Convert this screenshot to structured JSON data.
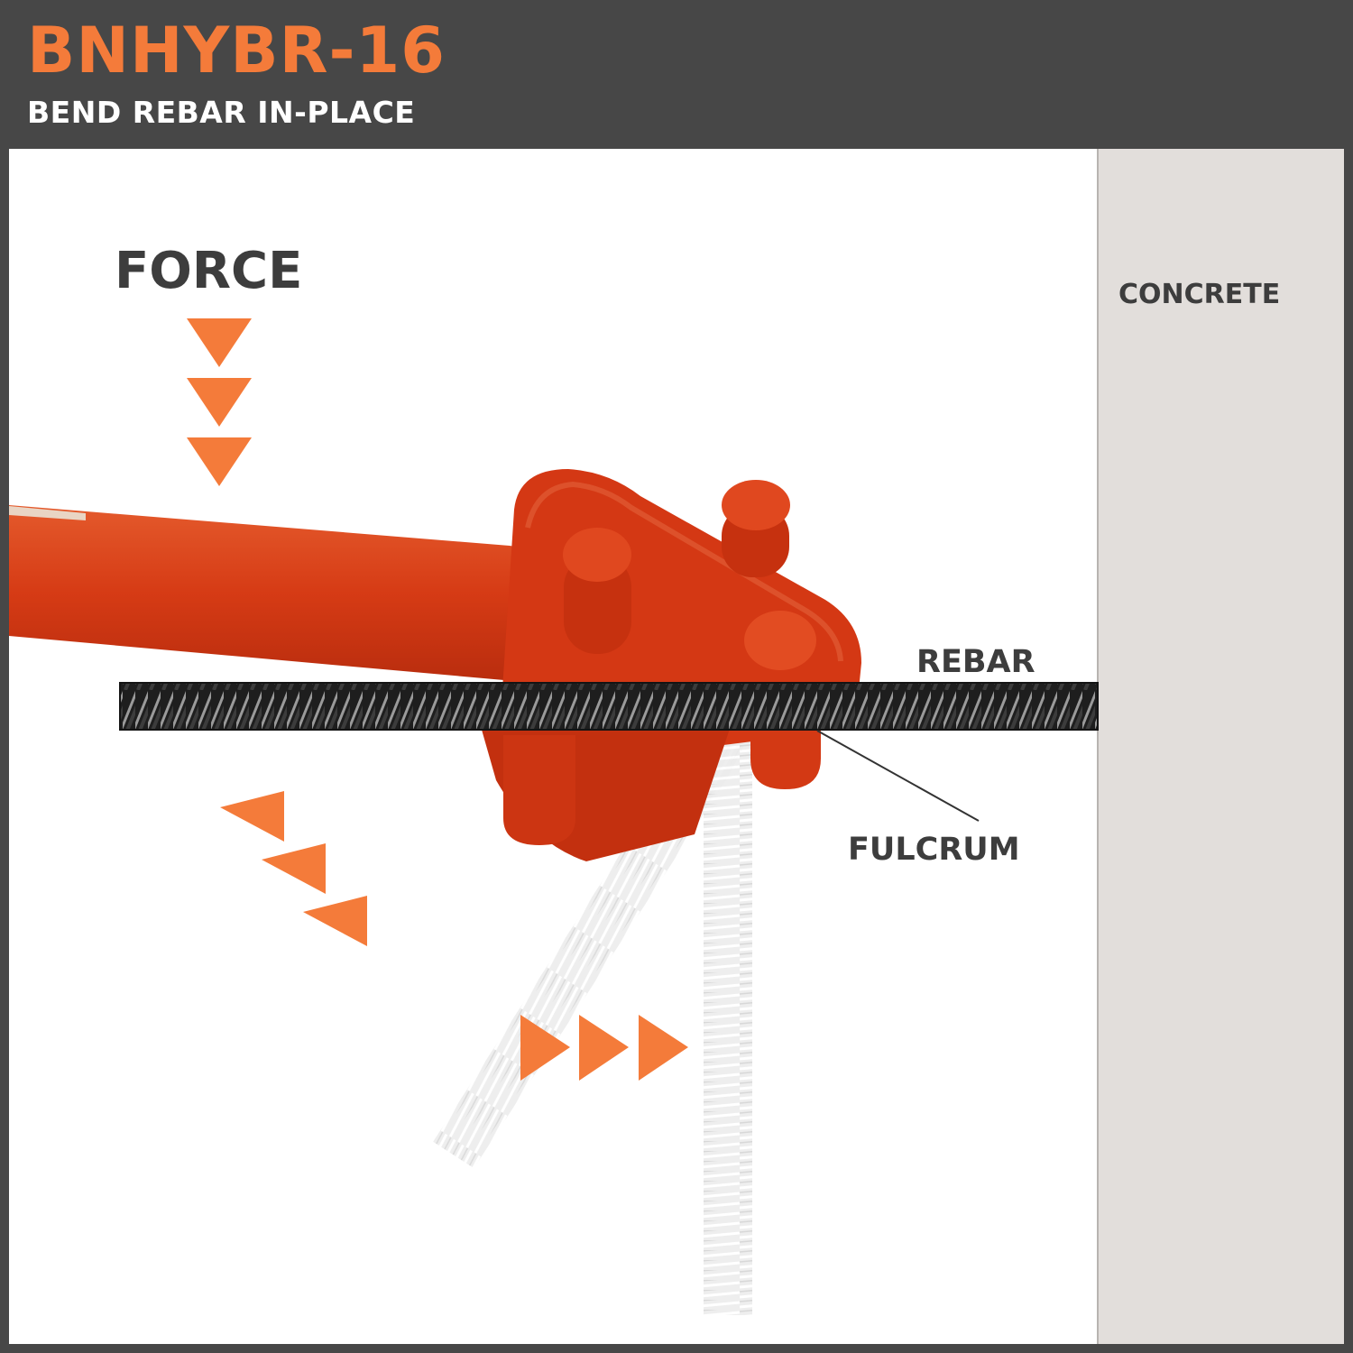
{
  "header": {
    "title": "BNHYBR-16",
    "subtitle": "BEND REBAR IN-PLACE"
  },
  "labels": {
    "force": "FORCE",
    "concrete": "CONCRETE",
    "rebar": "REBAR",
    "fulcrum": "FULCRUM"
  },
  "colors": {
    "accent": "#f47b3a",
    "tool_red": "#d83a14",
    "header_bg": "#474747",
    "concrete_bg": "#e2dedb",
    "text_dark": "#3d3d3d"
  }
}
